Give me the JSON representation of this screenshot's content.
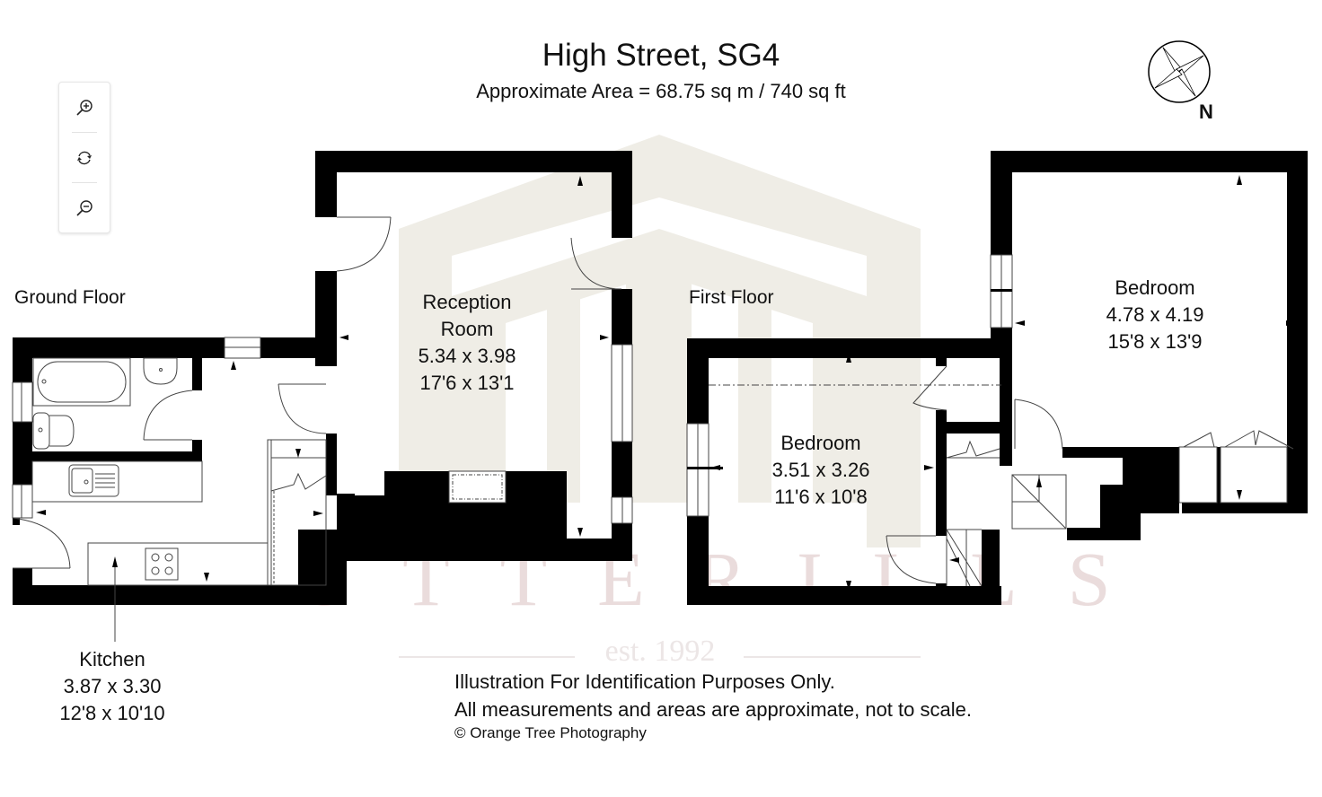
{
  "header": {
    "title": "High Street, SG4",
    "area": "Approximate Area =  68.75 sq m / 740 sq ft"
  },
  "zoom_controls": {
    "zoom_in_icon": "zoom-in-icon",
    "reset_icon": "refresh-icon",
    "zoom_out_icon": "zoom-out-icon"
  },
  "compass": {
    "label": "N",
    "icon": "compass-rose-icon"
  },
  "floors": {
    "ground": {
      "label": "Ground Floor",
      "rooms": {
        "reception": {
          "name_line1": "Reception",
          "name_line2": "Room",
          "metric": "5.34 x 3.98",
          "imperial": "17'6 x 13'1"
        },
        "kitchen": {
          "name": "Kitchen",
          "metric": "3.87 x 3.30",
          "imperial": "12'8 x 10'10"
        }
      }
    },
    "first": {
      "label": "First Floor",
      "rooms": {
        "bedroom1": {
          "name": "Bedroom",
          "metric": "3.51 x 3.26",
          "imperial": "11'6 x 10'8"
        },
        "bedroom2": {
          "name": "Bedroom",
          "metric": "4.78 x 4.19",
          "imperial": "15'8 x 13'9"
        }
      }
    }
  },
  "footer": {
    "line1": "Illustration For Identification Purposes Only.",
    "line2": "All measurements and areas are approximate, not to scale.",
    "credit": "© Orange Tree Photography"
  },
  "watermark": {
    "text": "UTTERILLS",
    "est": "est. 1992",
    "logo_color": "#efede6",
    "text_color": "#eadcdc"
  },
  "colors": {
    "wall": "#000000",
    "fixture_line": "#555555",
    "background": "#ffffff"
  }
}
